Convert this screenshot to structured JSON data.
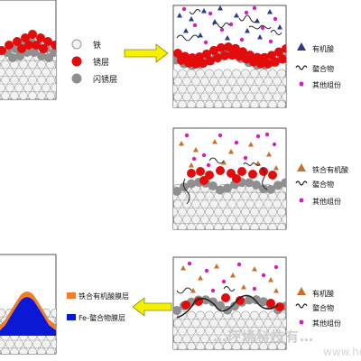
{
  "legend_main": {
    "iron": "铁",
    "rust": "锈层",
    "flash_rust": "闪锈层"
  },
  "legend_reagents": {
    "organic_acid": "有机酸",
    "chelate": "螯合物",
    "other": "其他组份"
  },
  "legend_step3": {
    "iron_organic_acid": "铁合有机酸",
    "chelate": "螯合物",
    "other": "其他组份"
  },
  "legend_step4": {
    "organic_acid": "有机酸",
    "chelate": "螯合物",
    "other": "其他组份"
  },
  "legend_final": {
    "iron_organic_film": "铁合有机酸膜层",
    "fe_chelate_film": "Fe-螯合物膜层"
  },
  "watermark": "…环境科技有…",
  "watermark_url": "www.hc…",
  "colors": {
    "iron": "#f3f3f3",
    "rust": "#e30b0b",
    "flash_rust": "#8f8f8f",
    "organic_acid": "#2b3a8c",
    "iron_organic_acid": "#c8702a",
    "chelate": "#222222",
    "other": "#d21fc0",
    "arrow": "#f4f000",
    "film_orange": "#f07d2a",
    "film_blue": "#0b18d6"
  }
}
